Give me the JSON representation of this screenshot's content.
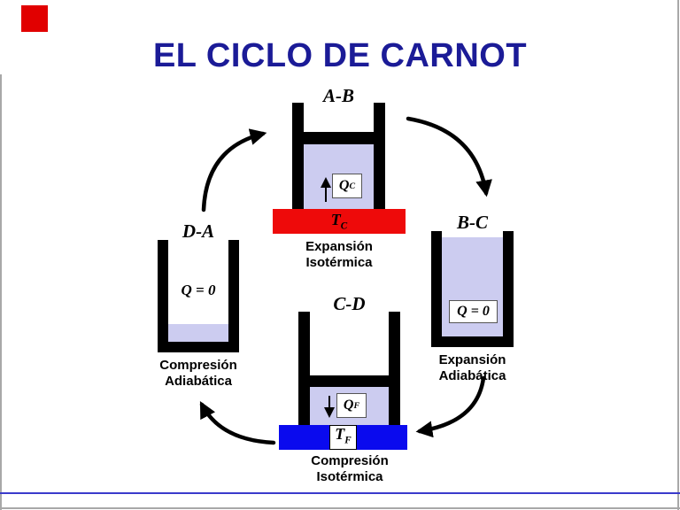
{
  "slide": {
    "title": "EL CICLO DE CARNOT"
  },
  "colors": {
    "title": "#1b1b97",
    "hot_reservoir": "#ee0a0a",
    "cold_reservoir": "#0a0aee",
    "gas": "#ccccf0"
  },
  "stages": {
    "ab": {
      "label": "A-B",
      "heat": {
        "symbol": "Q",
        "sub": "C"
      },
      "reservoir": {
        "symbol": "T",
        "sub": "C"
      },
      "caption": [
        "Expansión",
        "Isotérmica"
      ]
    },
    "bc": {
      "label": "B-C",
      "heat_text": "Q = 0",
      "caption": [
        "Expansión",
        "Adiabática"
      ]
    },
    "cd": {
      "label": "C-D",
      "heat": {
        "symbol": "Q",
        "sub": "F"
      },
      "reservoir": {
        "symbol": "T",
        "sub": "F"
      },
      "caption": [
        "Compresión",
        "Isotérmica"
      ]
    },
    "da": {
      "label": "D-A",
      "heat_text": "Q = 0",
      "caption": [
        "Compresión",
        "Adiabática"
      ]
    }
  }
}
